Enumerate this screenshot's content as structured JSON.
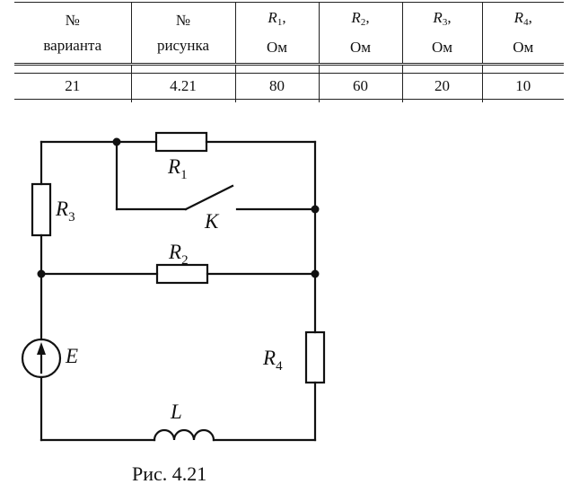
{
  "table": {
    "headers": [
      {
        "line1": "№",
        "line2": "варианта"
      },
      {
        "line1": "№",
        "line2": "рисунка"
      },
      {
        "symbol": "R",
        "sub": "1",
        "comma": ",",
        "unit": "Ом"
      },
      {
        "symbol": "R",
        "sub": "2",
        "comma": ",",
        "unit": "Ом"
      },
      {
        "symbol": "R",
        "sub": "3",
        "comma": ",",
        "unit": "Ом"
      },
      {
        "symbol": "R",
        "sub": "4",
        "comma": ",",
        "unit": "Ом"
      }
    ],
    "row": [
      "21",
      "4.21",
      "80",
      "60",
      "20",
      "10"
    ]
  },
  "circuit": {
    "labels": {
      "R1": {
        "symbol": "R",
        "sub": "1"
      },
      "R2": {
        "symbol": "R",
        "sub": "2"
      },
      "R3": {
        "symbol": "R",
        "sub": "3"
      },
      "R4": {
        "symbol": "R",
        "sub": "4"
      },
      "K": "K",
      "E": "E",
      "L": "L"
    },
    "caption": "Рис. 4.21"
  }
}
